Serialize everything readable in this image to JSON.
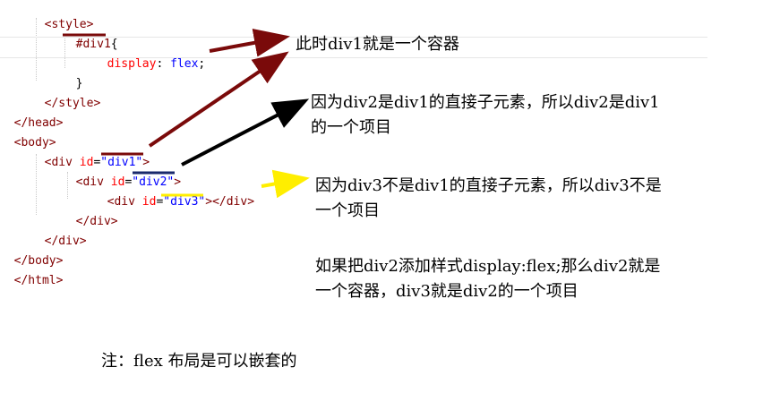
{
  "code": {
    "l1": "<style>",
    "l2_sel": "#div1",
    "l2_brace": "{",
    "l3_prop": "display",
    "l3_colon": ": ",
    "l3_val": "flex",
    "l3_semi": ";",
    "l4": "}",
    "l5": "</style>",
    "l6": "</head>",
    "l7": "<body>",
    "l8_open": "<div ",
    "l8_attr": "id",
    "l8_eq": "=",
    "l8_val": "\"div1\"",
    "l8_close": ">",
    "l9_open": "<div ",
    "l9_attr": "id",
    "l9_eq": "=",
    "l9_val": "\"div2\"",
    "l9_close": ">",
    "l10_open": "<div ",
    "l10_attr": "id",
    "l10_eq": "=",
    "l10_val": "\"div3\"",
    "l10_close": "></div>",
    "l11": "</div>",
    "l12": "</div>",
    "l13": "</body>",
    "l14": "</html>"
  },
  "notes": {
    "n1": "此时div1就是一个容器",
    "n2a": "因为div2是div1的直接子元素，所以div2是div1",
    "n2b": "的一个项目",
    "n3a": "因为div3不是div1的直接子元素，所以div3不是",
    "n3b": "一个项目",
    "n4a": "如果把div2添加样式display:flex;那么div2就是",
    "n4b": "一个容器，div3就是div2的一个项目",
    "n5": "注：flex 布局是可以嵌套的"
  },
  "colors": {
    "arrow_dark_red": "#7a0a0a",
    "arrow_black": "#000000",
    "arrow_yellow": "#ffee00",
    "underline_dark_red": "#7a0a0a",
    "underline_navy": "#1a2a6c",
    "underline_yellow": "#ffee00"
  }
}
